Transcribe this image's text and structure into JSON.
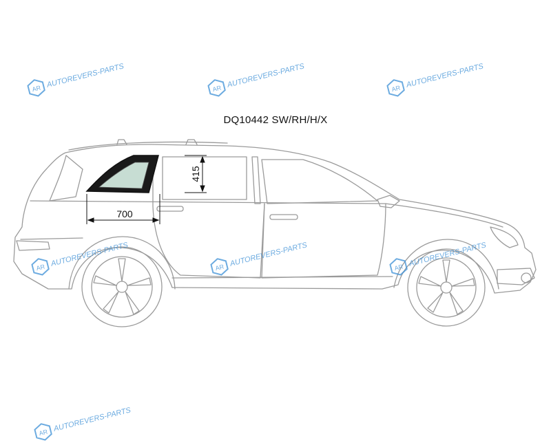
{
  "diagram": {
    "part_code": "DQ10442 SW/RH/H/X",
    "dimensions": {
      "width_label": "700",
      "height_label": "415"
    }
  },
  "watermark": {
    "text": "AUTOREVERS-PARTS",
    "logo_letters": "AR",
    "color": "#3b8fd6"
  },
  "colors": {
    "car_outline": "#9a9a9a",
    "glass_fill": "#c7ddd3",
    "frame": "#111111",
    "dimension": "#111111"
  }
}
